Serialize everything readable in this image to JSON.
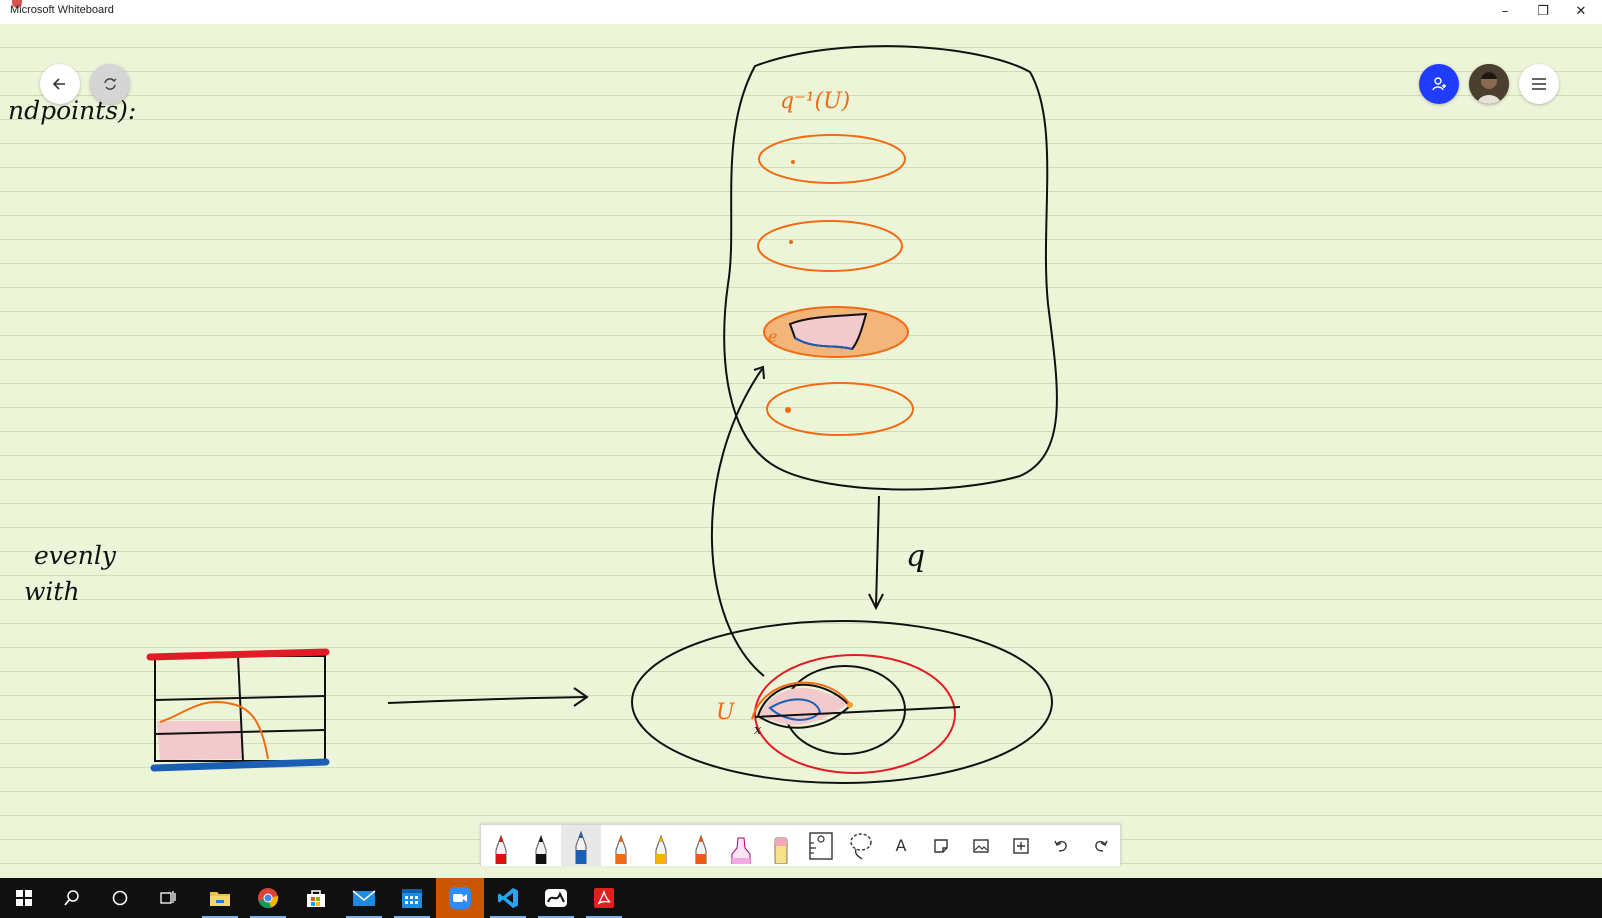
{
  "window": {
    "title": "Microsoft Whiteboard",
    "controls": [
      "–",
      "❐",
      "✕"
    ]
  },
  "colors": {
    "board_bg": "#edf5d9",
    "board_rule": "#d2ddb6",
    "ink_black": "#111111",
    "ink_orange": "#f26b12",
    "ink_red": "#e31b25",
    "ink_blue": "#1a5fb4",
    "fill_pink": "#f2c9cc",
    "fill_orange": "#f4b57a",
    "invite_button": "#1f3cff",
    "taskbar": "#101010"
  },
  "canvas_text": {
    "top_left": "ndpoints):",
    "left_line1": "evenly",
    "left_line2": "with",
    "preimage": "q⁻¹(U)",
    "map_label": "q",
    "set_label": "U",
    "point_label": "x",
    "sheet_label": "e"
  },
  "top_left_buttons": [
    "back-arrow-icon",
    "sync-icon"
  ],
  "top_right_buttons": [
    "invite-person-icon",
    "user-avatar",
    "menu-icon"
  ],
  "toolbar": {
    "tools": [
      "pen-red",
      "pen-black",
      "pen-blue",
      "pen-orange",
      "pen-yellow",
      "pen-orange-2",
      "highlighter-pink",
      "eraser",
      "ruler",
      "lasso",
      "text",
      "sticky-note",
      "image",
      "add",
      "undo",
      "redo"
    ],
    "active_tool": "pen-blue",
    "text_tool_label": "A"
  },
  "taskbar": {
    "items": [
      "start-icon",
      "search-icon",
      "cortana-icon",
      "task-view-icon",
      "file-explorer-icon",
      "chrome-icon",
      "store-icon",
      "mail-icon",
      "calendar-icon",
      "zoom-icon",
      "vscode-icon",
      "whiteboard-icon",
      "acrobat-icon"
    ],
    "active_item": "zoom-icon"
  }
}
